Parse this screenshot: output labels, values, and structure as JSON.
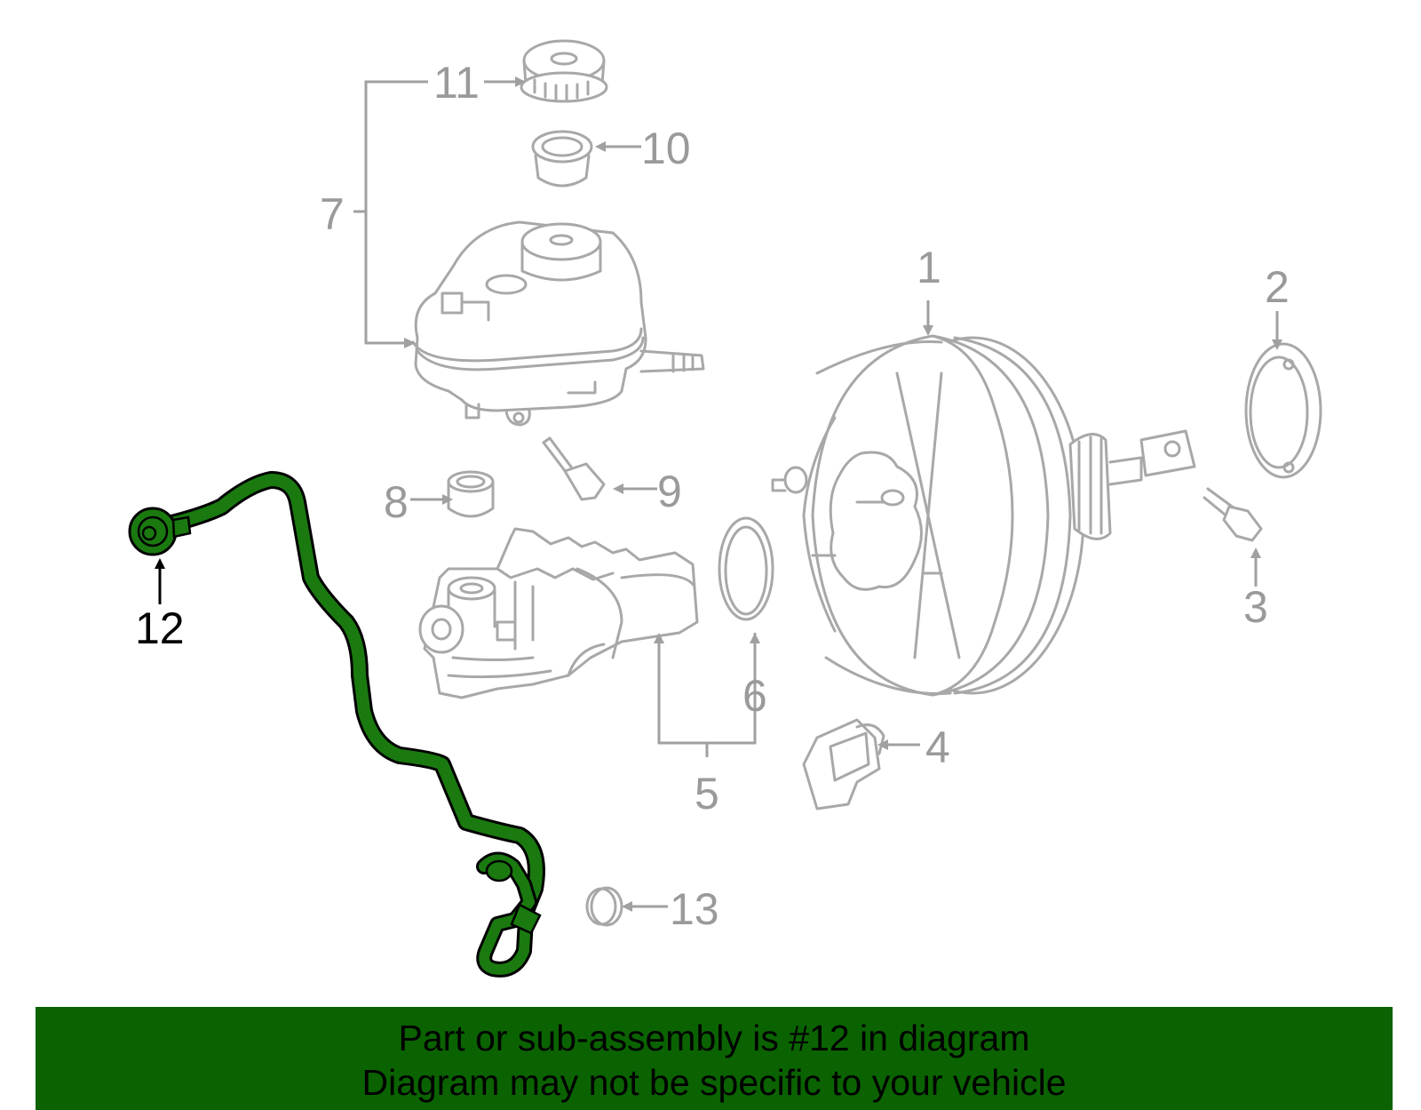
{
  "diagram": {
    "highlight_color": "#1a7a10",
    "banner_color": "#0a6300",
    "highlighted_part": "12",
    "callouts": [
      "1",
      "2",
      "3",
      "4",
      "5",
      "6",
      "7",
      "8",
      "9",
      "10",
      "11",
      "12",
      "13"
    ]
  },
  "banner": {
    "line1": "Part or sub-assembly is #12 in diagram",
    "line2": "Diagram may not be specific to your vehicle"
  }
}
